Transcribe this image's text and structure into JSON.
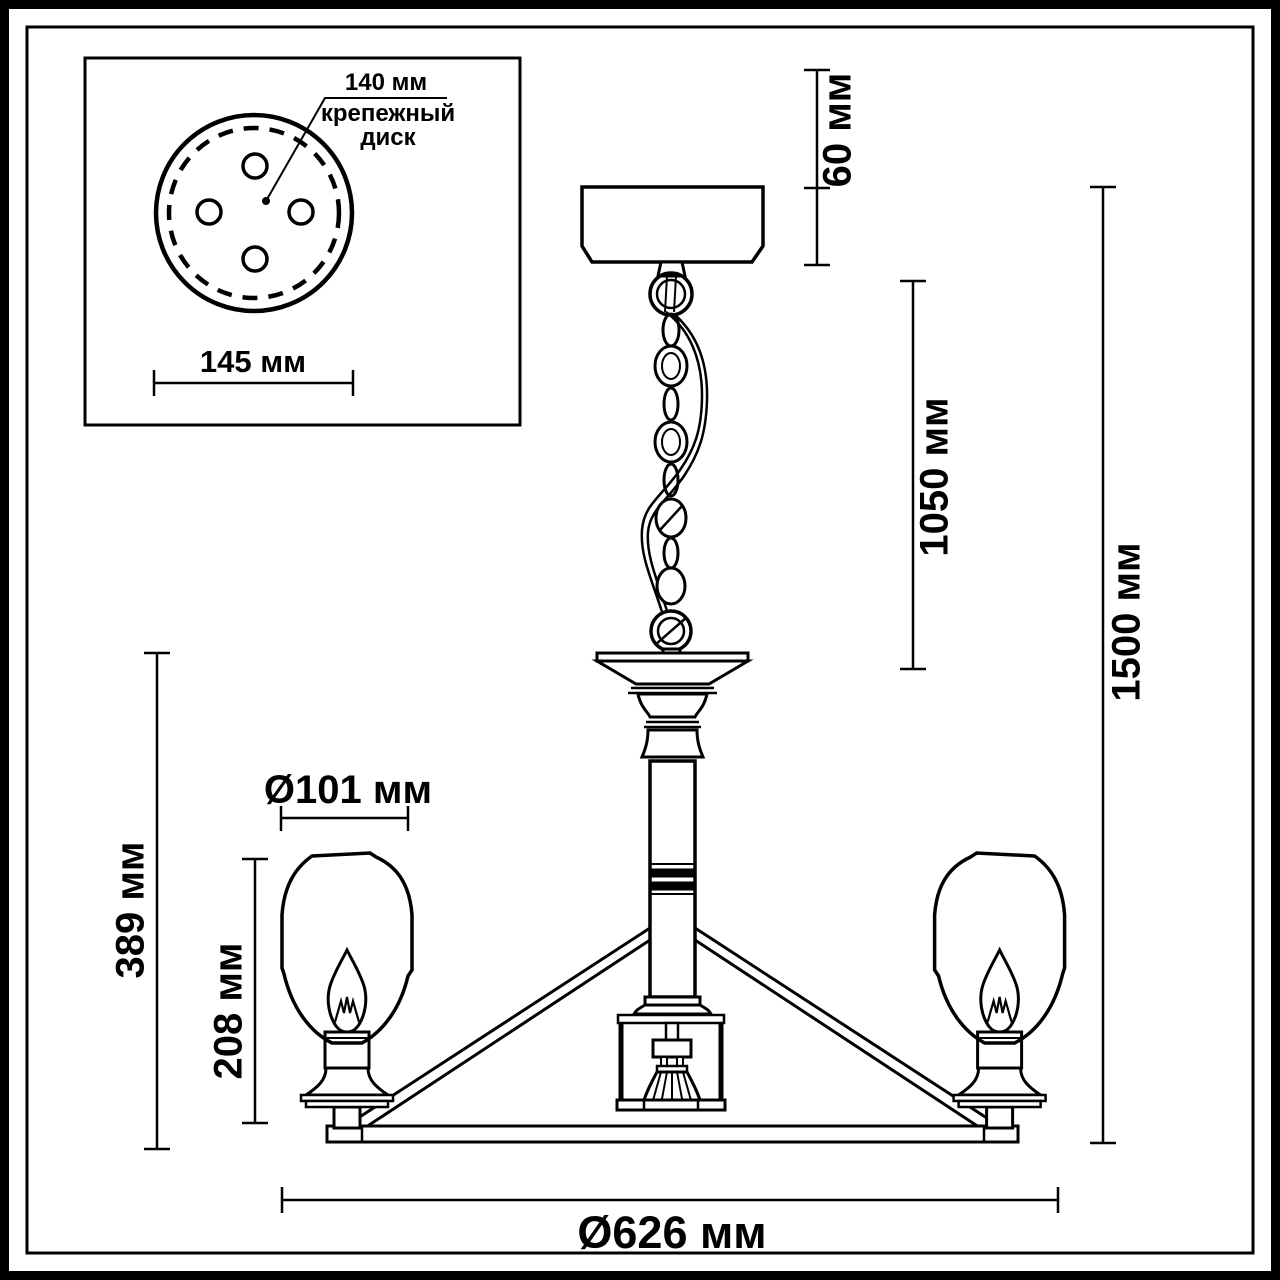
{
  "drawing": {
    "type": "technical dimension drawing of a chandelier (pendant light)",
    "background_color": "#ffffff",
    "line_color": "#000000"
  },
  "inset": {
    "description": "top view of ceiling mounting disc with 4 screw holes",
    "hole_count": 4,
    "disc_diameter_label": "140 мм",
    "disc_name_line1": "крепежный",
    "disc_name_line2": "диск",
    "outer_width_label": "145 мм"
  },
  "dimensions": {
    "canopy_height": "60 мм",
    "chain_length": "1050 мм",
    "total_height": "1500 мм",
    "body_height": "389 мм",
    "lamp_height": "208 мм",
    "shade_diameter": "Ø101 мм",
    "overall_diameter": "Ø626 мм"
  }
}
